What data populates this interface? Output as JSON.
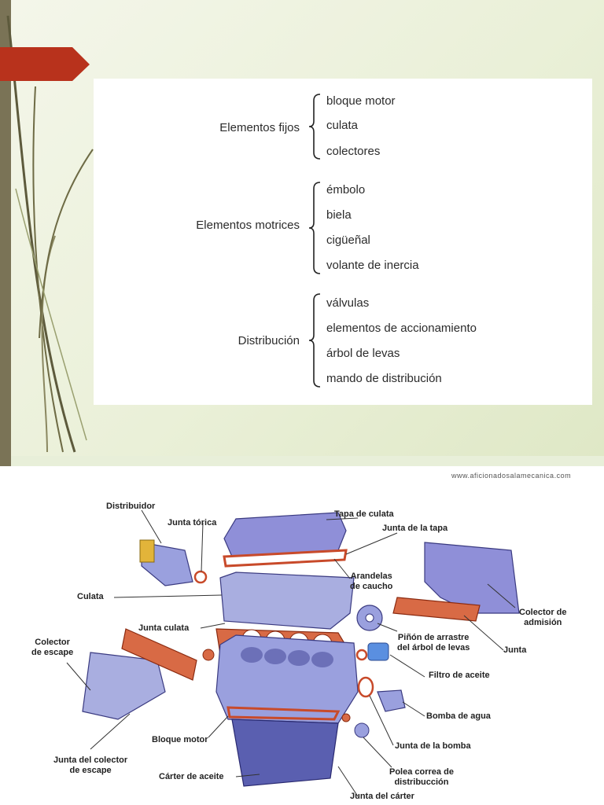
{
  "diagram": {
    "groups": [
      {
        "label": "Elementos fijos",
        "items": [
          "bloque motor",
          "culata",
          "colectores"
        ]
      },
      {
        "label": "Elementos motrices",
        "items": [
          "émbolo",
          "biela",
          "cigüeñal",
          "volante de inercia"
        ]
      },
      {
        "label": "Distribución",
        "items": [
          "válvulas",
          "elementos de accionamiento",
          "árbol de levas",
          "mando de distribución"
        ]
      }
    ]
  },
  "engine_figure": {
    "watermark": "www.aficionadosalamecanica.com",
    "callouts": {
      "distribuidor": "Distribuidor",
      "junta_torica": "Junta tórica",
      "tapa_culata": "Tapa de culata",
      "junta_tapa": "Junta de la tapa",
      "arandelas": "Arandelas\nde caucho",
      "culata": "Culata",
      "colector_admision": "Colector de\nadmisión",
      "junta_culata": "Junta culata",
      "pinon": "Piñón de arrastre\ndel árbol de levas",
      "junta": "Junta",
      "colector_escape": "Colector\nde escape",
      "filtro": "Filtro de aceite",
      "bomba": "Bomba de agua",
      "bloque": "Bloque motor",
      "junta_bomba": "Junta de la bomba",
      "junta_colector": "Junta del colector\nde escape",
      "polea": "Polea correa de\ndistribucción",
      "carter": "Cárter de aceite",
      "junta_carter": "Junta del cárter"
    }
  }
}
